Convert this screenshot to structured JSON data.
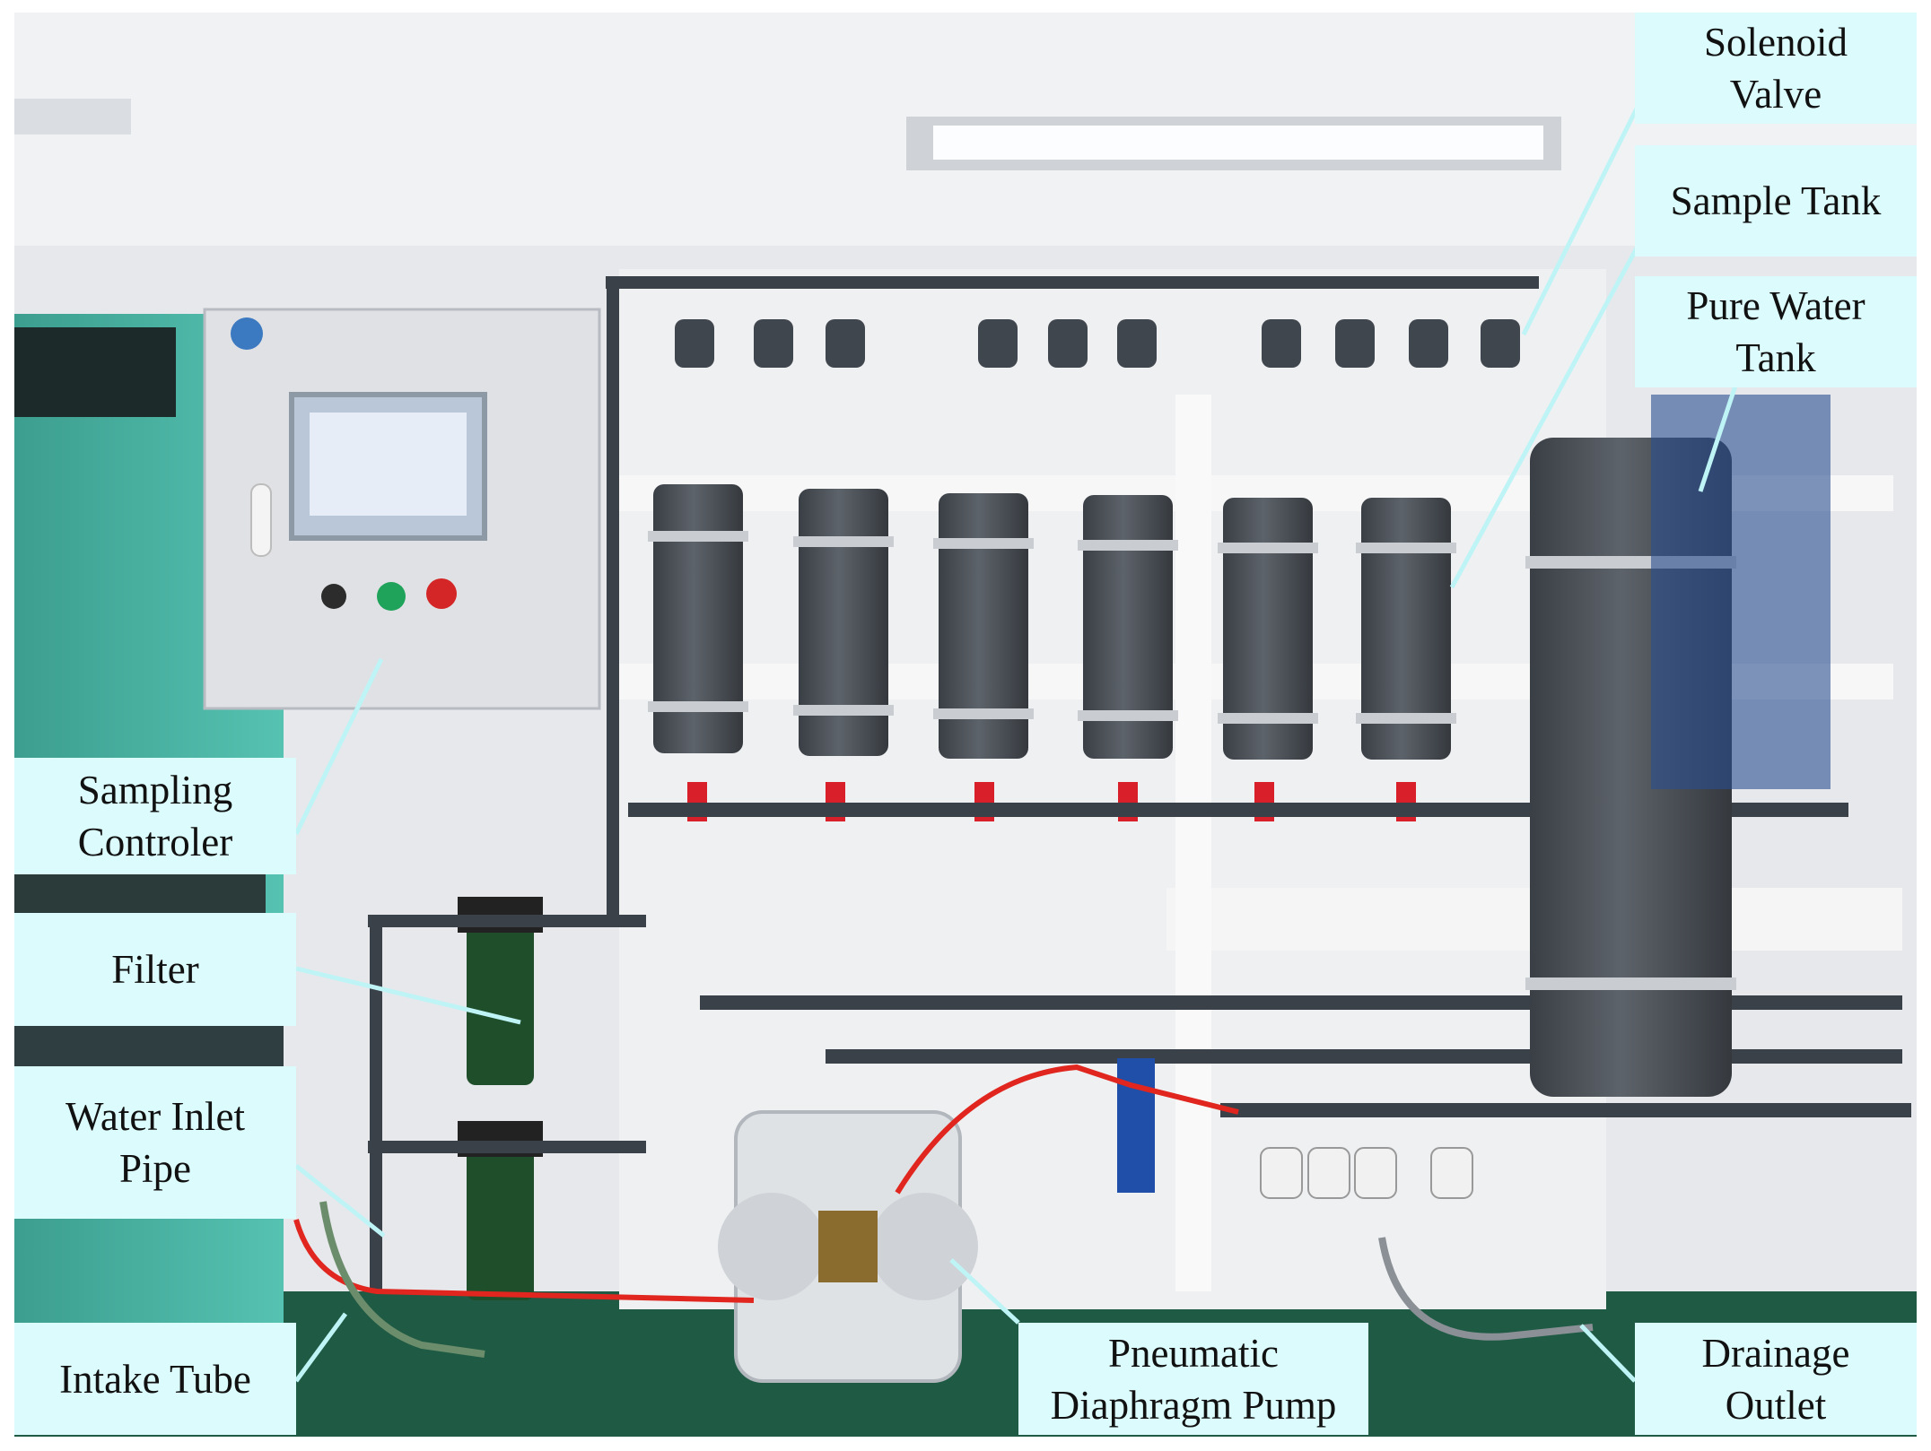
{
  "figure": {
    "labels": {
      "solenoid_valve": "Solenoid\nValve",
      "sample_tank": "Sample Tank",
      "pure_water_tank": "Pure Water\nTank",
      "sampling_controller": "Sampling\nControler",
      "filter": "Filter",
      "water_inlet_pipe": "Water Inlet\nPipe",
      "intake_tube": "Intake Tube",
      "pneumatic_diaphragm_pump": "Pneumatic\nDiaphragm Pump",
      "drainage_outlet": "Drainage\nOutlet"
    },
    "colors": {
      "label_fill": "#dcfbfc",
      "leader_line": "#bff4f6",
      "tank_gray": "#4a4f55",
      "pipe_dark": "#3b4149",
      "valve_red": "#d9202a",
      "cabinet_teal": "#45b5a4",
      "wall": "#e9ebee",
      "floor": "#1f5a44"
    }
  }
}
